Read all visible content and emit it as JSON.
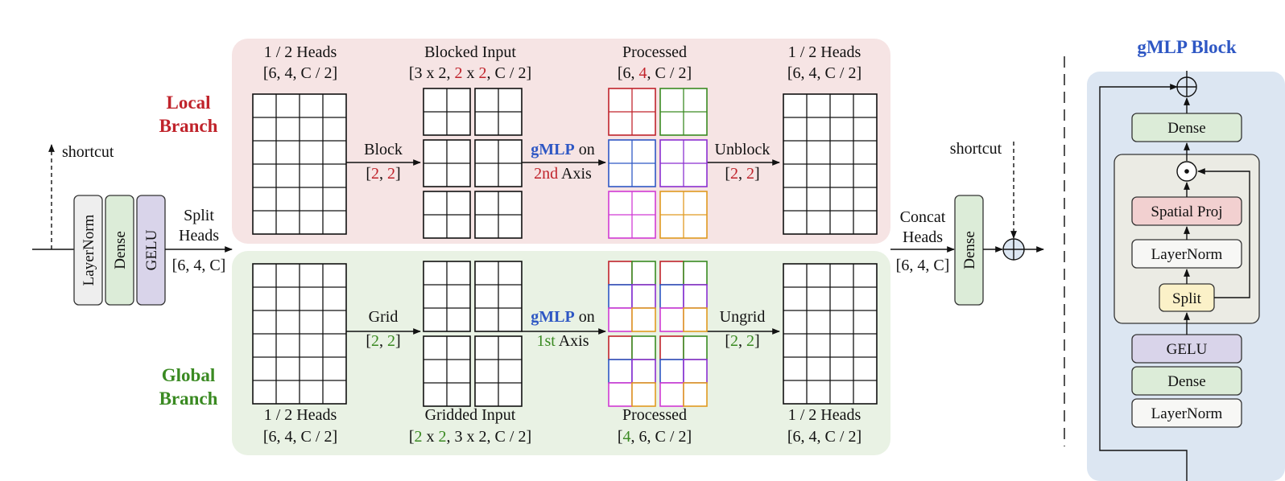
{
  "colors": {
    "local_bg": "#f6e4e4",
    "global_bg": "#e9f2e4",
    "gmlp_bg": "#dce6f2",
    "inner_gate_bg": "#ebebe4",
    "red": "#c0232b",
    "green": "#3a8a22",
    "blue": "#2e57c4",
    "layernorm_fill": "#eeeeee",
    "dense_fill": "#dcecd8",
    "gelu_fill": "#d9d4ea",
    "spatial_fill": "#f2d0d0",
    "split_fill": "#fbf1c8"
  },
  "icons": [
    "add-circle-icon",
    "multiply-dot-icon"
  ],
  "left": {
    "shortcut": "shortcut",
    "layernorm": "LayerNorm",
    "dense": "Dense",
    "gelu": "GELU",
    "split_line1": "Split",
    "split_line2": "Heads",
    "split_shape": "[6, 4, C]"
  },
  "local": {
    "title_line1": "Local",
    "title_line2": "Branch",
    "col1_line1": "1 / 2 Heads",
    "col1_line2": "[6, 4, C / 2]",
    "col2_line1": "Blocked Input",
    "col2_shape": [
      "[3 x 2, ",
      "2",
      " x ",
      "2",
      ", C / 2]"
    ],
    "col3_line1": "Processed",
    "col3_shape": [
      "[6, ",
      "4",
      ", C / 2]"
    ],
    "col4_line1": "1 / 2 Heads",
    "col4_line2": "[6, 4, C / 2]",
    "op1": "Block",
    "op1_args": [
      "[",
      "2",
      ", ",
      "2",
      "]"
    ],
    "op2_gmlp": "gMLP",
    "op2_on": " on",
    "op2_axis_num": "2nd",
    "op2_axis": " Axis",
    "op3": "Unblock",
    "op3_args": [
      "[",
      "2",
      ", ",
      "2",
      "]"
    ]
  },
  "global": {
    "title_line1": "Global",
    "title_line2": "Branch",
    "col1_line1": "1 / 2 Heads",
    "col1_line2": "[6, 4, C / 2]",
    "col2_line1": "Gridded Input",
    "col2_shape": [
      "[",
      "2",
      " x ",
      "2",
      ", 3 x 2, C / 2]"
    ],
    "col3_line1": "Processed",
    "col3_shape": [
      "[",
      "4",
      ", 6, C / 2]"
    ],
    "col4_line1": "1 / 2 Heads",
    "col4_line2": "[6, 4, C / 2]",
    "op1": "Grid",
    "op1_args": [
      "[",
      "2",
      ", ",
      "2",
      "]"
    ],
    "op2_gmlp": "gMLP",
    "op2_on": " on",
    "op2_axis_num": "1st",
    "op2_axis": " Axis",
    "op3": "Ungrid",
    "op3_args": [
      "[",
      "2",
      ", ",
      "2",
      "]"
    ]
  },
  "right": {
    "shortcut": "shortcut",
    "concat_line1": "Concat",
    "concat_line2": "Heads",
    "concat_shape": "[6, 4, C]",
    "dense": "Dense"
  },
  "gmlp": {
    "title": "gMLP Block",
    "dense": "Dense",
    "spatial_proj": "Spatial Proj",
    "layernorm_inner": "LayerNorm",
    "split": "Split",
    "gelu": "GELU",
    "dense_bottom": "Dense",
    "layernorm_bottom": "LayerNorm"
  }
}
